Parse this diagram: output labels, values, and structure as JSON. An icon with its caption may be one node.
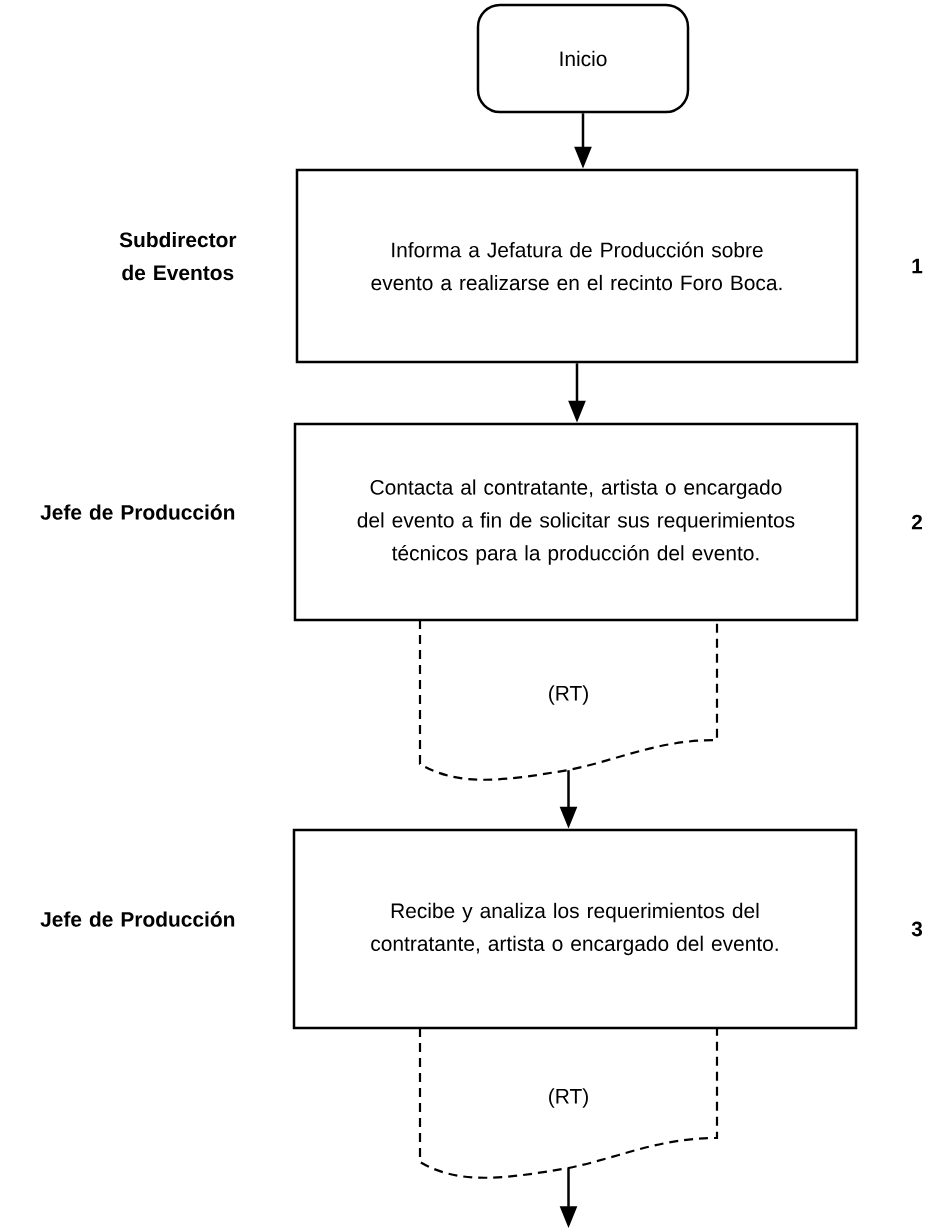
{
  "diagram": {
    "nodes": [
      {
        "text": [
          "Inicio"
        ]
      },
      {
        "text": [
          "Informa a Jefatura de Producción sobre evento a realizarse en el recinto Foro Boca."
        ],
        "beside": [
          "Subdirector de Eventos",
          "1"
        ]
      },
      {
        "text": [
          "Contacta al contratante, artista o encargado del evento a fin de solicitar sus requerimientos técnicos para la producción del evento."
        ],
        "beside": [
          "Jefe de Producción",
          "2"
        ]
      },
      {
        "text": [
          "(RT)"
        ]
      },
      {
        "text": [
          "Recibe y analiza los requerimientos del contratante, artista o encargado del evento."
        ],
        "beside": [
          "Jefe de Producción",
          "3"
        ]
      },
      {
        "text": [
          "(RT)"
        ]
      }
    ],
    "edges": [
      {
        "from": 0,
        "to": 1,
        "arrow": "to"
      },
      {
        "from": 1,
        "to": 2,
        "arrow": "to"
      },
      {
        "from": 3,
        "to": 4,
        "arrow": "to"
      },
      {
        "from": 5,
        "to": null,
        "arrow": "to"
      }
    ]
  }
}
